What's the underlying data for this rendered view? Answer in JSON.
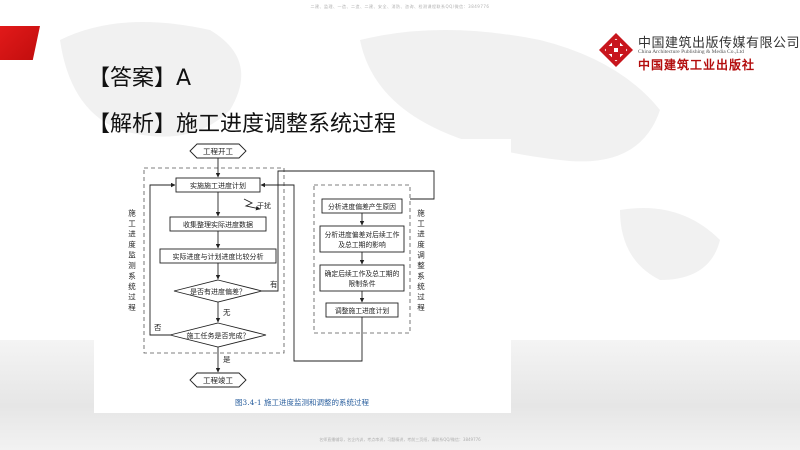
{
  "header": {
    "top_note": "二建、监理、一造、二造、二建、安全、消防、咨询、检测课程联系QQ/微信：3849776"
  },
  "footer": {
    "bottom_note": "名师直播辅导，名企内训，考点串讲，习题精讲，考前三页纸，请联系QQ/微信：3849776"
  },
  "logo": {
    "name_cn": "中国建筑出版传媒有限公司",
    "name_en": "China Architecture Publishing & Media Co.,Ltd",
    "name_cn2": "中国建筑工业出版社"
  },
  "content": {
    "answer": "【答案】A",
    "analysis": "【解析】施工进度调整系统过程"
  },
  "diagram": {
    "start": "工程开工",
    "end": "工程竣工",
    "left_steps": [
      "实施施工进度计划",
      "收集整理实际进度数据",
      "实际进度与计划进度比较分析"
    ],
    "decision1": "是否有进度偏差？",
    "decision2": "施工任务是否完成？",
    "interference": "干扰",
    "label_yes": "有",
    "label_no": "无",
    "label_not": "否",
    "label_is": "是",
    "right_steps": [
      "分析进度偏差产生原因",
      "分析进度偏差对后续工作",
      "及总工期的影响",
      "确定后续工作及总工期的",
      "限制条件",
      "调整施工进度计划"
    ],
    "left_side_label": "施工进度监测系统过程",
    "right_side_label": "施工进度调整系统过程",
    "caption": "图3.4-1    施工进度监测和调整的系统过程"
  }
}
